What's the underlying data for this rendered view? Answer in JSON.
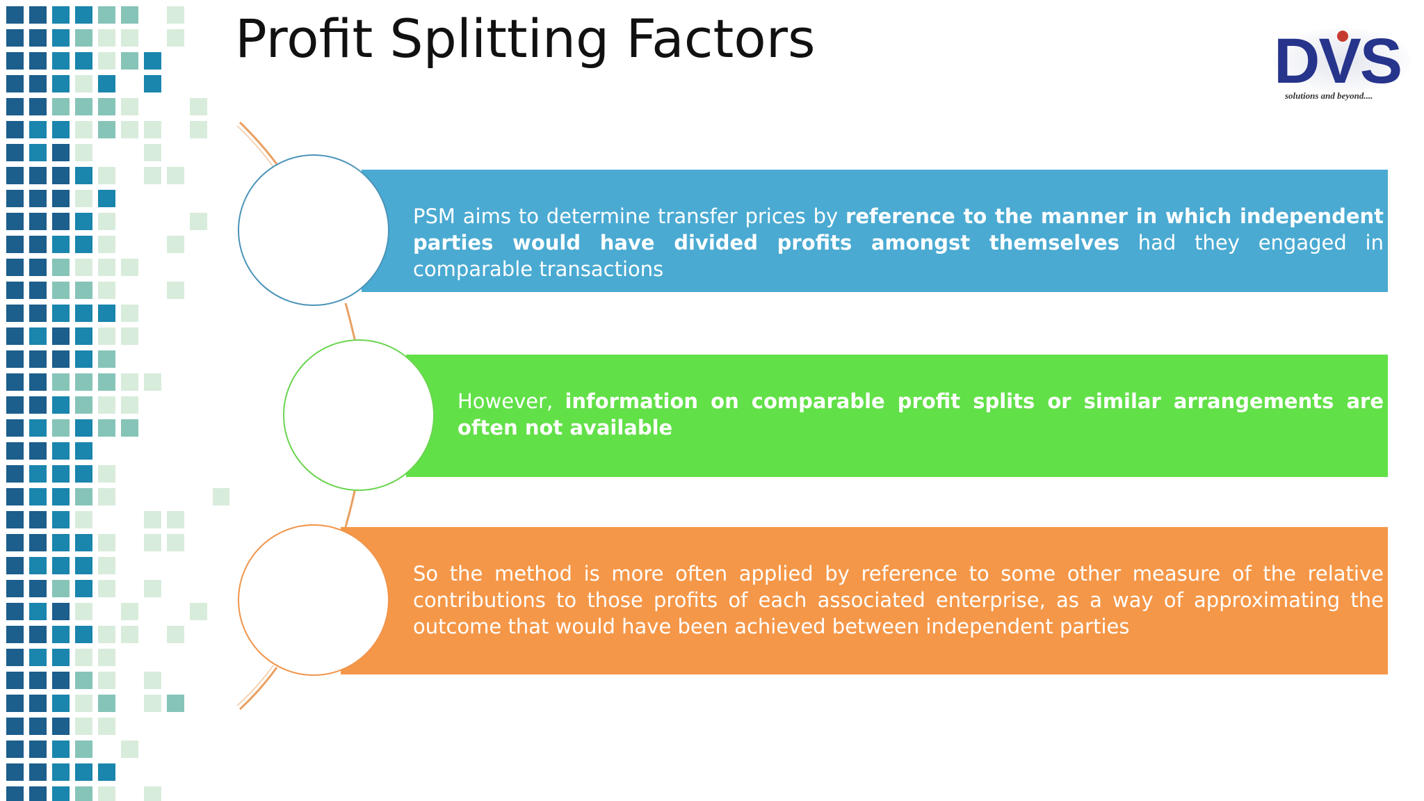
{
  "slide": {
    "title": "Profit Splitting Factors"
  },
  "logo": {
    "text": "DVS",
    "tagline": "solutions and beyond....",
    "color": "#27348b",
    "dot_color": "#c63b2f"
  },
  "colors": {
    "bar1": "#4aaad2",
    "bar2": "#62e048",
    "bar3": "#f59748",
    "connector": "#e8a062"
  },
  "mosaic_palette": [
    "#1c5e8c",
    "#1a85ad",
    "#86c4b8",
    "#d8ecdc"
  ],
  "points": [
    {
      "parts": [
        {
          "text": "PSM aims to determine transfer prices by ",
          "bold": false
        },
        {
          "text": "reference to the manner in which independent parties would have divided profits amongst themselves",
          "bold": true
        },
        {
          "text": " had they engaged in comparable transactions",
          "bold": false
        }
      ]
    },
    {
      "parts": [
        {
          "text": "However, ",
          "bold": false
        },
        {
          "text": "information on comparable profit splits or similar arrangements are often not available",
          "bold": true
        }
      ]
    },
    {
      "parts": [
        {
          "text": "So the method is more often applied by reference to some other measure of the relative contributions to those profits of each associated enterprise, as a way of approximating the outcome that would have been achieved between independent parties",
          "bold": false
        }
      ]
    }
  ]
}
